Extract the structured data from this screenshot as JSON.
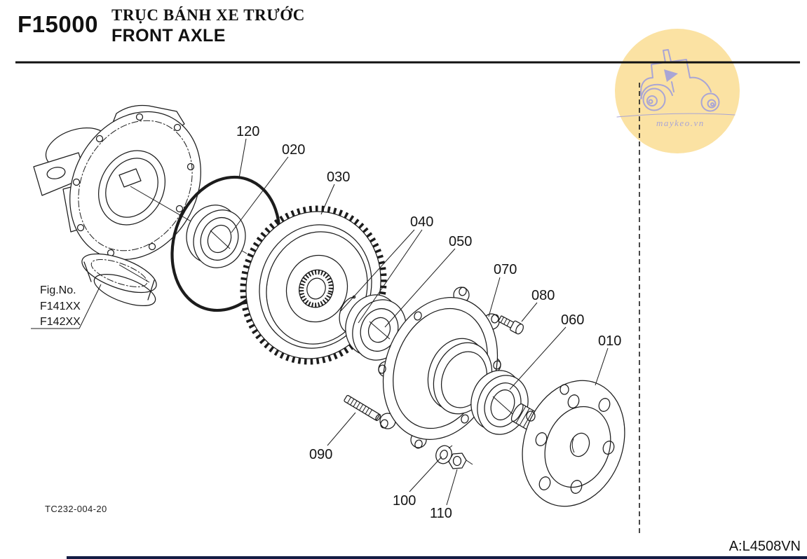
{
  "header": {
    "code": "F15000",
    "title_vi": "TRỤC BÁNH XE TRƯỚC",
    "title_en": "FRONT AXLE"
  },
  "figure": {
    "fig_no_label": "Fig.No.",
    "fig_refs": [
      "F141XX",
      "F142XX"
    ],
    "callouts": [
      {
        "label": "010"
      },
      {
        "label": "020"
      },
      {
        "label": "030"
      },
      {
        "label": "040"
      },
      {
        "label": "050"
      },
      {
        "label": "060"
      },
      {
        "label": "070"
      },
      {
        "label": "080"
      },
      {
        "label": "090"
      },
      {
        "label": "100"
      },
      {
        "label": "110"
      },
      {
        "label": "120"
      }
    ]
  },
  "footer": {
    "drawing_code": "TC232-004-20",
    "model_code": "A:L4508VN"
  },
  "watermark": {
    "text": "maykeo.vn",
    "bg_color": "#FBE2A3",
    "line_color": "#A9A5D5"
  },
  "colors": {
    "ink": "#1C1C1C",
    "bottom_bar": "#131C44"
  }
}
